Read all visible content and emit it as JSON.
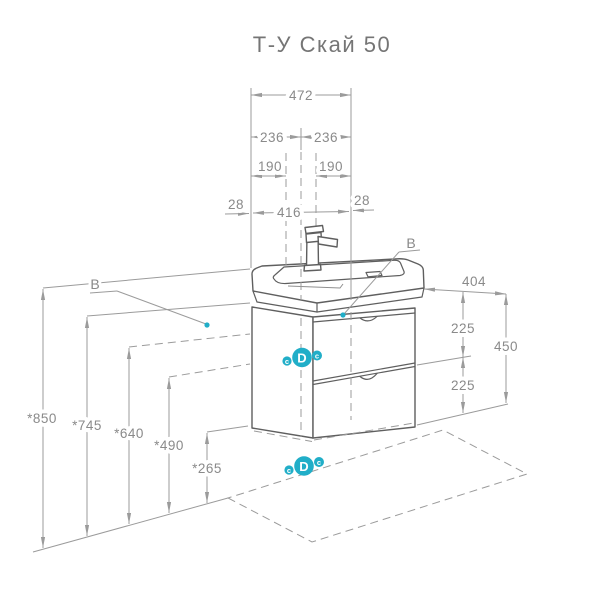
{
  "title": "Т-У Скай 50",
  "colors": {
    "accent": "#21aec8",
    "dimension_line": "#9b9b9b",
    "product_outline": "#5f5f5f",
    "dim_text": "#8a8a8a",
    "background": "#ffffff"
  },
  "dims": {
    "top": {
      "total_width": "472",
      "left_half": "236",
      "right_half": "236",
      "left_offset": "190",
      "right_offset": "190",
      "left_edge": "28",
      "inner_width": "416",
      "right_edge": "28"
    },
    "right": {
      "depth": "404",
      "upper_drawer": "225",
      "total_height": "450",
      "lower_drawer": "225"
    },
    "left": [
      {
        "label": "*850"
      },
      {
        "label": "*745"
      },
      {
        "label": "*640"
      },
      {
        "label": "*490"
      },
      {
        "label": "*265"
      }
    ]
  },
  "callouts": {
    "left": "B",
    "right": "B"
  },
  "markers": {
    "middle": {
      "left_small": "c",
      "big": "D",
      "right_small": "c"
    },
    "bottom": {
      "left_small": "c",
      "big": "D",
      "right_small": "c"
    }
  }
}
